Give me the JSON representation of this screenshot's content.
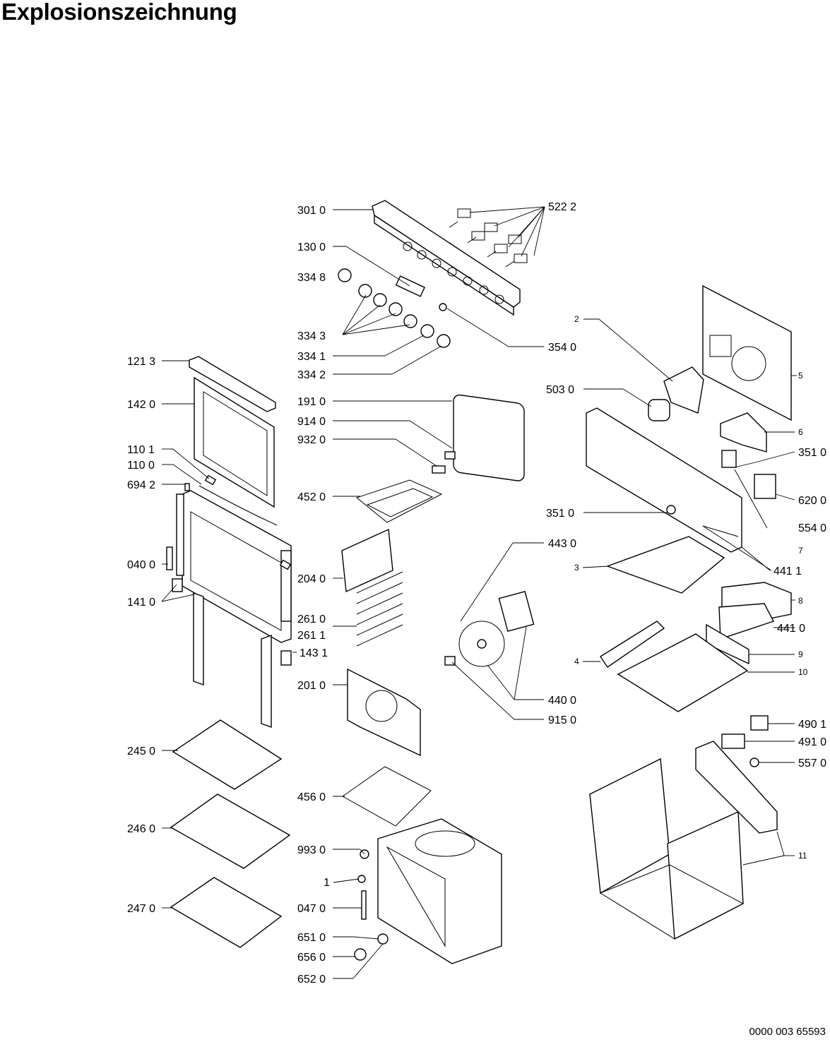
{
  "title": "Explosionszeichnung",
  "document_number": "0000 003 65593",
  "callouts": {
    "c3010": "301 0",
    "c5222": "522 2",
    "c1300": "130 0",
    "c3348": "334 8",
    "c3343": "334 3",
    "c3341": "334 1",
    "c3342": "334 2",
    "c3540": "354 0",
    "c1213": "121 3",
    "c1420": "142 0",
    "c1910": "191 0",
    "c9140": "914 0",
    "c9320": "932 0",
    "c1101": "110 1",
    "c1100": "110 0",
    "c6942": "694 2",
    "c4520": "452 0",
    "c0400": "040 0",
    "c2040": "204 0",
    "c1410": "141 0",
    "c2610": "261 0",
    "c2611": "261 1",
    "c1431": "143 1",
    "c2010": "201 0",
    "c2450": "245 0",
    "c4560": "456 0",
    "c2460": "246 0",
    "c9930": "993 0",
    "c1": "1",
    "c2470": "247 0",
    "c0470": "047 0",
    "c6510": "651 0",
    "c6560": "656 0",
    "c6520": "652 0",
    "c2": "2",
    "c5": "5",
    "c5030": "503 0",
    "c6": "6",
    "c3510a": "351 0",
    "c6200": "620 0",
    "c3510b": "351 0",
    "c5540": "554 0",
    "c4430": "443 0",
    "c7": "7",
    "c4411": "441 1",
    "c3": "3",
    "c8": "8",
    "c4410": "441 0",
    "c9": "9",
    "c4": "4",
    "c10": "10",
    "c4400": "440 0",
    "c9150": "915 0",
    "c4901": "490 1",
    "c4910": "491 0",
    "c5570": "557 0",
    "c11": "11"
  }
}
